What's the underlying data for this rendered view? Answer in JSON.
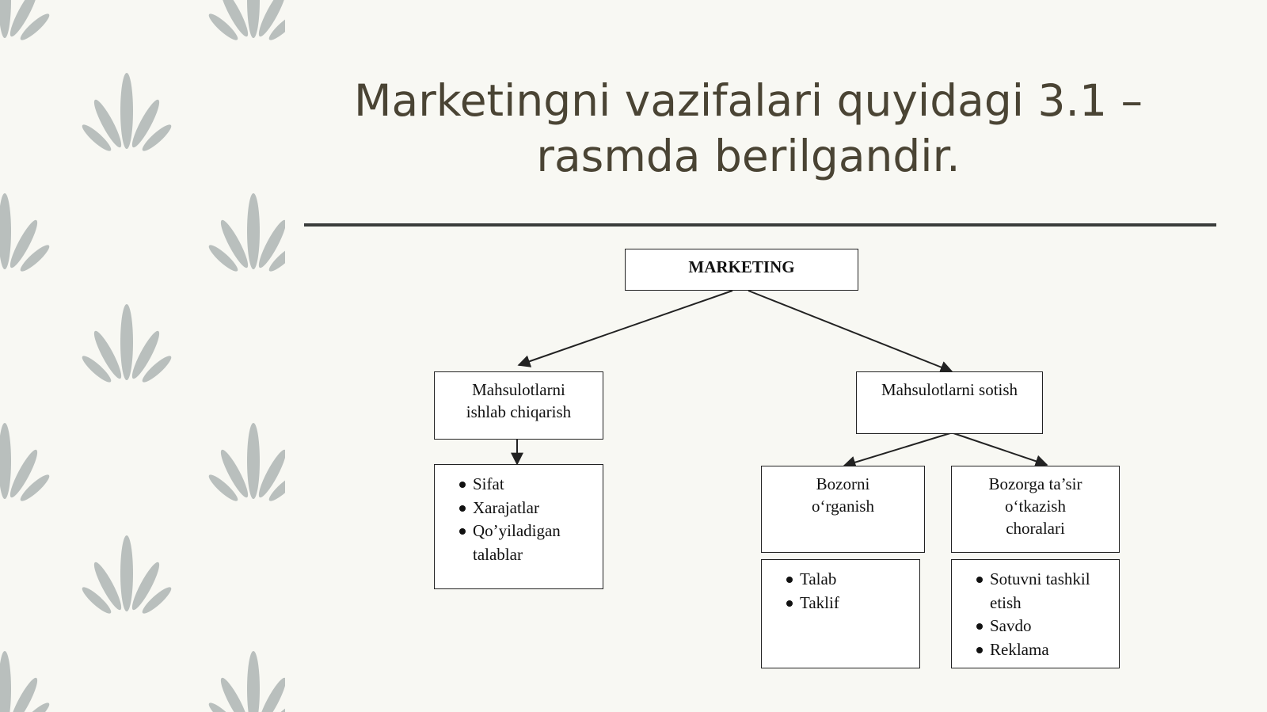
{
  "slide": {
    "title_line1": "Marketingni vazifalari quyidagi 3.1 –",
    "title_line2": "rasmda berilgandir."
  },
  "diagram": {
    "root": "MARKETING",
    "production": {
      "line1": "Mahsulotlarni",
      "line2": "ishlab chiqarish",
      "items": [
        "Sifat",
        "Xarajatlar",
        "Qo’yiladigan talablar"
      ]
    },
    "sales": {
      "label": "Mahsulotlarni sotish",
      "research": {
        "line1": "Bozorni",
        "line2": "o‘rganish",
        "items": [
          "Talab",
          "Taklif"
        ]
      },
      "influence": {
        "line1": "Bozorga ta’sir",
        "line2": "o‘tkazish",
        "line3": "choralari",
        "items": [
          "Sotuvni tashkil etish",
          "Savdo",
          "Reklama"
        ]
      }
    }
  },
  "colors": {
    "background": "#f8f8f3",
    "title": "#4a4434",
    "rule": "#3a3d3b",
    "leaf": "#b9bfbd"
  }
}
